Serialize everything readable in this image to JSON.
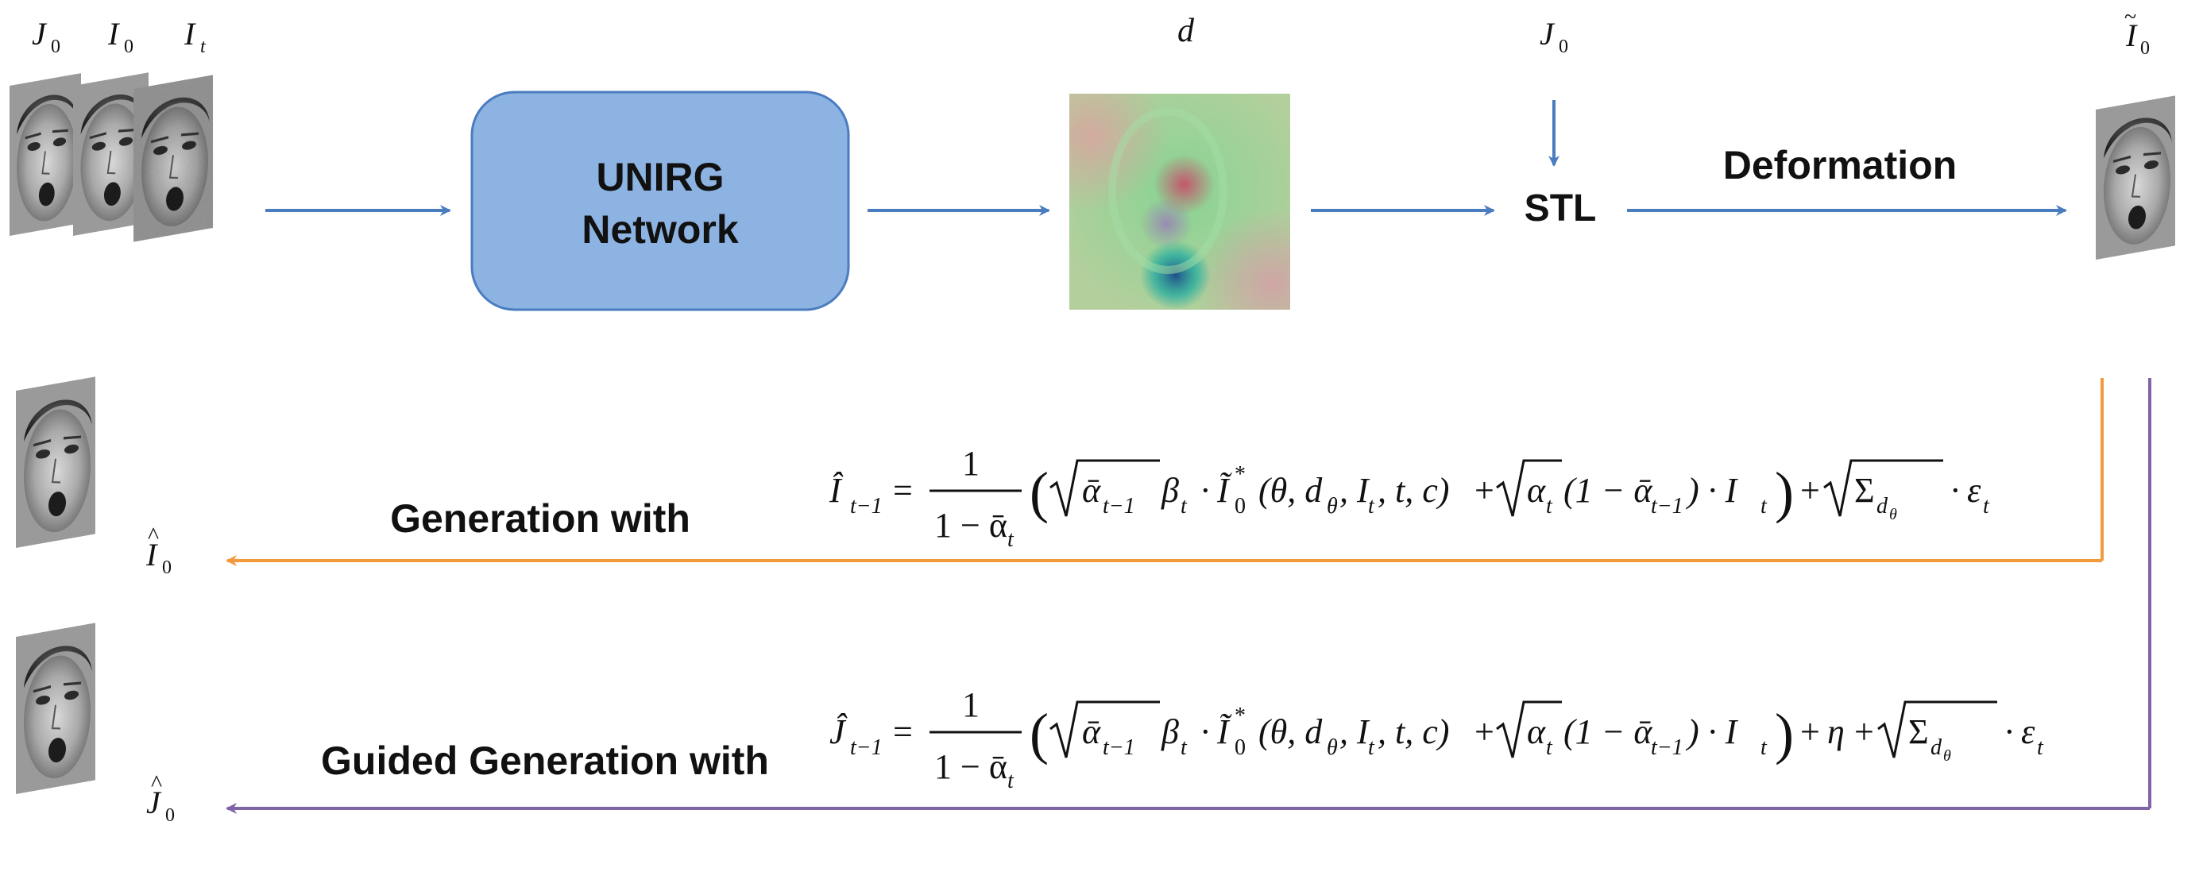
{
  "colors": {
    "blue_arrow": "#4A7CC0",
    "orange_arrow": "#F39A3C",
    "purple_arrow": "#8064A8",
    "box_fill": "#8DB3E2",
    "box_stroke": "#4A7CC0",
    "text": "#111111"
  },
  "inputs": {
    "j0": {
      "main": "J",
      "sub": "0"
    },
    "i0": {
      "main": "I",
      "sub": "0"
    },
    "it": {
      "main": "I",
      "sub": "t"
    }
  },
  "network": {
    "line1": "UNIRG",
    "line2": "Network"
  },
  "field": {
    "label": "d"
  },
  "stl": {
    "label": "STL",
    "input": {
      "main": "J",
      "sub": "0"
    }
  },
  "deformation": {
    "label": "Deformation"
  },
  "output": {
    "main": "I",
    "accent": "~",
    "sub": "0"
  },
  "generation": {
    "label": "Generation with",
    "result": {
      "main": "I",
      "accent": "^",
      "sub": "0"
    },
    "equation": {
      "lhs": "Î",
      "lhs_sub": "t−1",
      "frac_num": "1",
      "frac_den": "1 − ᾱ",
      "frac_den_sub": "t",
      "body_a": "β",
      "body_a_sub": "t",
      "body_b": "Ĩ",
      "body_b_sup": "*",
      "body_b_sub": "0",
      "args": "(θ, d",
      "args_sub": "θ",
      "args_rest": ", I",
      "args_rest_sub": "t",
      "args_end": ", t, c)",
      "term2_pre": "(1 − ᾱ",
      "term2_pre_sub": "t−1",
      "term2_post": ") · I",
      "term2_post_sub": "t",
      "sqrt1": "ᾱ",
      "sqrt1_sub": "t−1",
      "sqrt2": "α",
      "sqrt2_sub": "t",
      "sqrt3": "Σ",
      "sqrt3_sub": "d",
      "sqrt3_subsub": "θ",
      "noise": "ε",
      "noise_sub": "t"
    }
  },
  "guided": {
    "label": "Guided Generation with",
    "result": {
      "main": "J",
      "accent": "^",
      "sub": "0"
    },
    "equation": {
      "lhs": "Ĵ",
      "lhs_sub": "t−1",
      "frac_num": "1",
      "frac_den": "1 − ᾱ",
      "frac_den_sub": "t",
      "body_a": "β",
      "body_a_sub": "t",
      "body_b": "Ĩ",
      "body_b_sup": "*",
      "body_b_sub": "0",
      "args": "(θ, d",
      "args_sub": "θ",
      "args_rest": ", I",
      "args_rest_sub": "t",
      "args_end": ", t, c)",
      "term2_pre": "(1 − ᾱ",
      "term2_pre_sub": "t−1",
      "term2_post": ") · I",
      "term2_post_sub": "t",
      "sqrt1": "ᾱ",
      "sqrt1_sub": "t−1",
      "sqrt2": "α",
      "sqrt2_sub": "t",
      "eta": "η",
      "sqrt3": "Σ",
      "sqrt3_sub": "d",
      "sqrt3_subsub": "θ",
      "noise": "ε",
      "noise_sub": "t"
    }
  }
}
